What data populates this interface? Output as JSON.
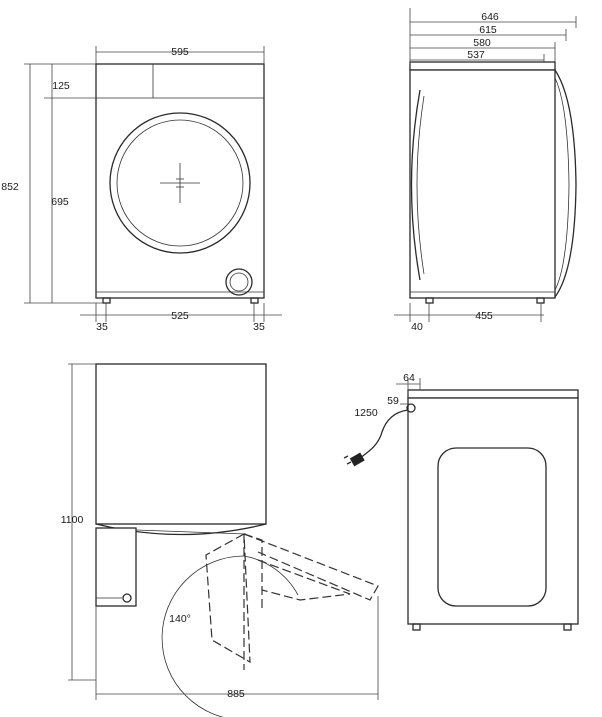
{
  "dimensions": {
    "front_width": "595",
    "front_panel_height": "125",
    "front_total_height": "852",
    "front_body_height": "695",
    "front_foot_left": "35",
    "front_foot_span": "525",
    "front_foot_right": "35",
    "side_depth_646": "646",
    "side_depth_615": "615",
    "side_depth_580": "580",
    "side_depth_537": "537",
    "side_foot_offset": "40",
    "side_foot_span": "455",
    "door_open_height": "1100",
    "door_open_depth": "885",
    "door_angle": "140°",
    "rear_offset_64": "64",
    "rear_offset_59": "59",
    "cable_length": "1250"
  }
}
